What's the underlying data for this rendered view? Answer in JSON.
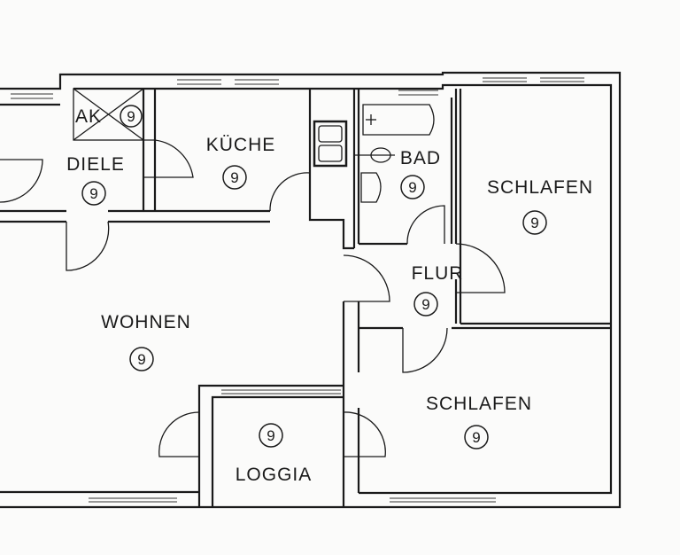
{
  "rooms": {
    "ak": {
      "label": "AK",
      "number": "9"
    },
    "diele": {
      "label": "DIELE",
      "number": "9"
    },
    "kueche": {
      "label": "KÜCHE",
      "number": "9"
    },
    "bad": {
      "label": "BAD",
      "number": "9"
    },
    "schlafen_1": {
      "label": "SCHLAFEN",
      "number": "9"
    },
    "flur": {
      "label": "FLUR",
      "number": "9"
    },
    "wohnen": {
      "label": "WOHNEN",
      "number": "9"
    },
    "schlafen_2": {
      "label": "SCHLAFEN",
      "number": "9"
    },
    "loggia": {
      "label": "LOGGIA",
      "number": "9"
    }
  }
}
